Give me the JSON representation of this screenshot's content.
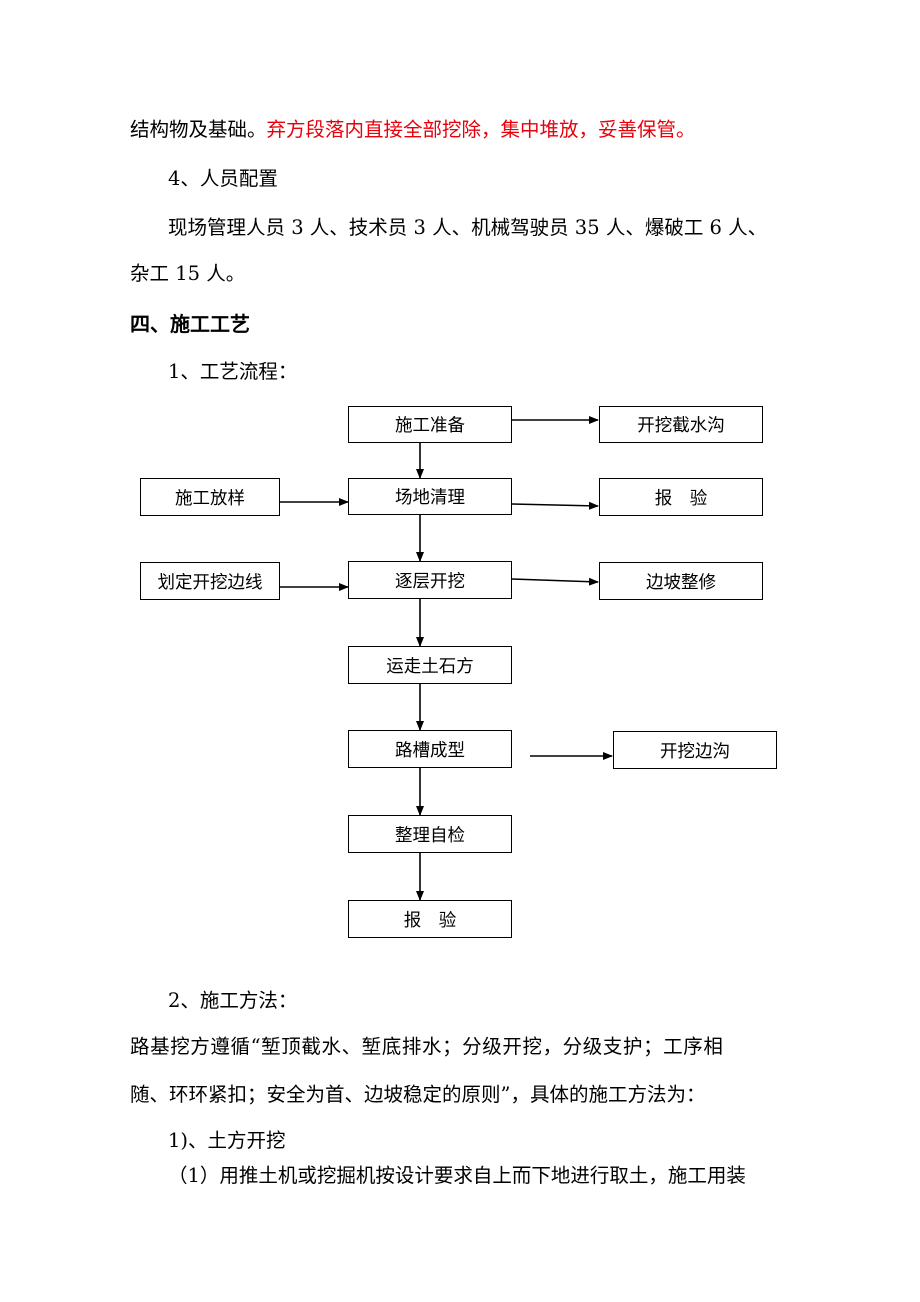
{
  "paragraphs": {
    "line1_black": "结构物及基础。",
    "line1_red": "弃方段落内直接全部挖除，集中堆放，妥善保管。",
    "staffing_title": "4、人员配置",
    "staffing_line1": "现场管理人员 3 人、技术员 3 人、机械驾驶员 35 人、爆破工 6 人、",
    "staffing_line2": "杂工 15 人。",
    "section_heading": "四、施工工艺",
    "process_title": "1、工艺流程：",
    "method_title": "2、施工方法：",
    "method_line1": "路基挖方遵循“堑顶截水、堑底排水；分级开挖，分级支护；工序相",
    "method_line2": "随、环环紧扣；安全为首、边坡稳定的原则”，具体的施工方法为：",
    "sub_title": "1)、土方开挖",
    "sub_line1": "（1）用推土机或挖掘机按设计要求自上而下地进行取土，施工用装"
  },
  "flowchart": {
    "main": [
      "施工准备",
      "场地清理",
      "逐层开挖",
      "运走土石方",
      "路槽成型",
      "整理自检",
      "报　验"
    ],
    "left": [
      "施工放样",
      "划定开挖边线"
    ],
    "right": [
      "开挖截水沟",
      "报　验",
      "边坡整修",
      "开挖边沟"
    ]
  },
  "colors": {
    "text": "#000000",
    "highlight": "#e8000b"
  }
}
